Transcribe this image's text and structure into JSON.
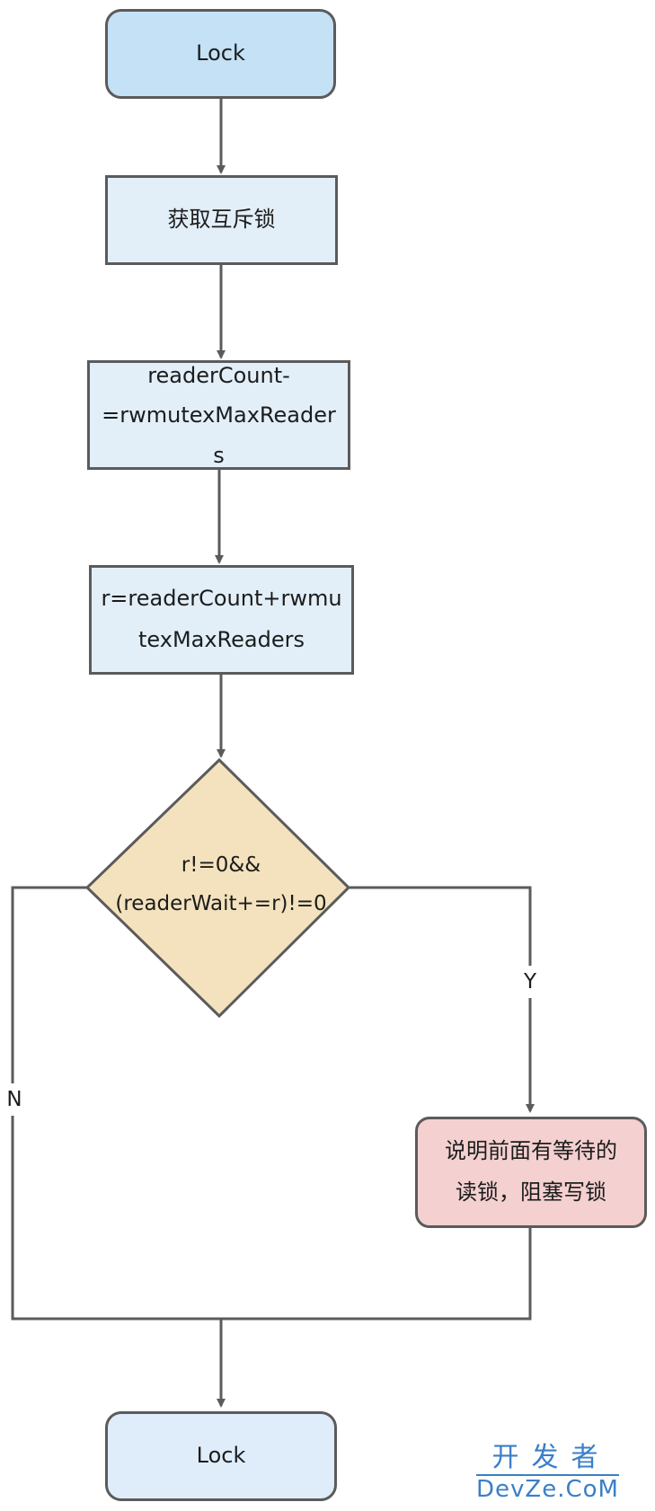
{
  "flowchart": {
    "start": {
      "label": "Lock"
    },
    "step1": {
      "label": "获取互斥锁"
    },
    "step2": {
      "label": "readerCount-\n=rwmutexMaxReader\ns"
    },
    "step3": {
      "label": "r=readerCount+rwmu\ntexMaxReaders"
    },
    "decision": {
      "label": "r!=0&&\n(readerWait+=r)!=0"
    },
    "block": {
      "label": "说明前面有等待的\n读锁，阻塞写锁"
    },
    "end": {
      "label": "Lock"
    },
    "edge_yes": {
      "label": "Y"
    },
    "edge_no": {
      "label": "N"
    }
  },
  "colors": {
    "start_fill": "#c4e1f6",
    "process_fill": "#e2eff9",
    "decision_fill": "#f3e2bd",
    "block_fill": "#f4d0d0",
    "end_fill": "#deedf9",
    "stroke": "#5b5b5b"
  },
  "watermark": {
    "line1": "开发者",
    "line2": "DevZe.CoM"
  }
}
